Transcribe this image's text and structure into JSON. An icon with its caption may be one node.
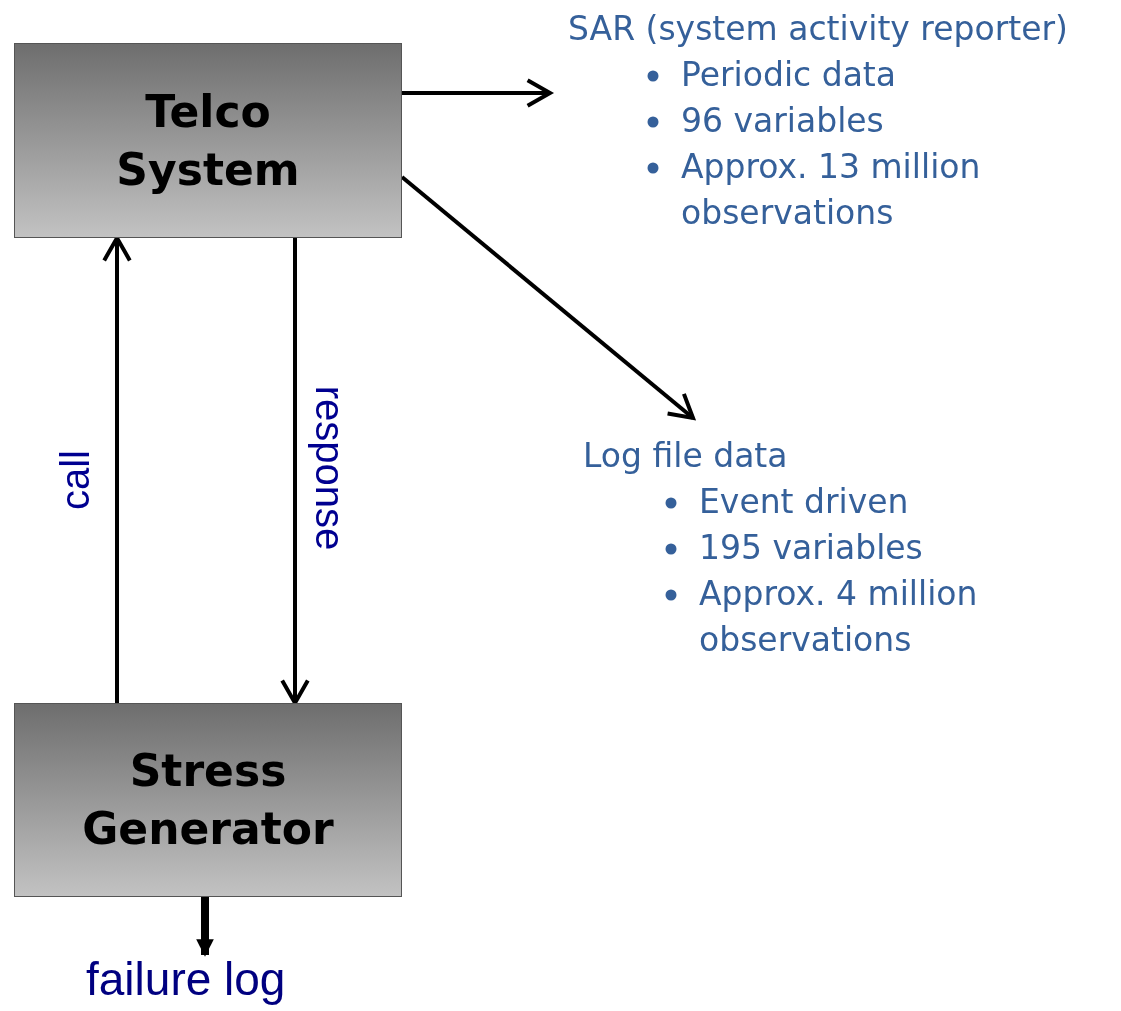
{
  "diagram": {
    "nodes": [
      {
        "text": [
          "Telco System"
        ]
      },
      {
        "text": [
          "Stress Generator"
        ]
      },
      {
        "text": [
          "SAR (system activity reporter)",
          "Periodic data",
          "96 variables",
          "Approx. 13 million observations"
        ]
      },
      {
        "text": [
          "Log file data",
          "Event driven",
          "195 variables",
          "Approx. 4 million observations"
        ]
      },
      {
        "text": [
          "failure log"
        ]
      }
    ],
    "edges": [
      {
        "from": 0,
        "to": 2,
        "arrow": "to"
      },
      {
        "from": 0,
        "to": 3,
        "arrow": "to"
      },
      {
        "from": 1,
        "to": 0,
        "arrow": "to",
        "label": "call"
      },
      {
        "from": 0,
        "to": 1,
        "arrow": "to",
        "label": "response"
      },
      {
        "from": 1,
        "to": 4,
        "arrow": "to",
        "style": "thick"
      }
    ]
  }
}
